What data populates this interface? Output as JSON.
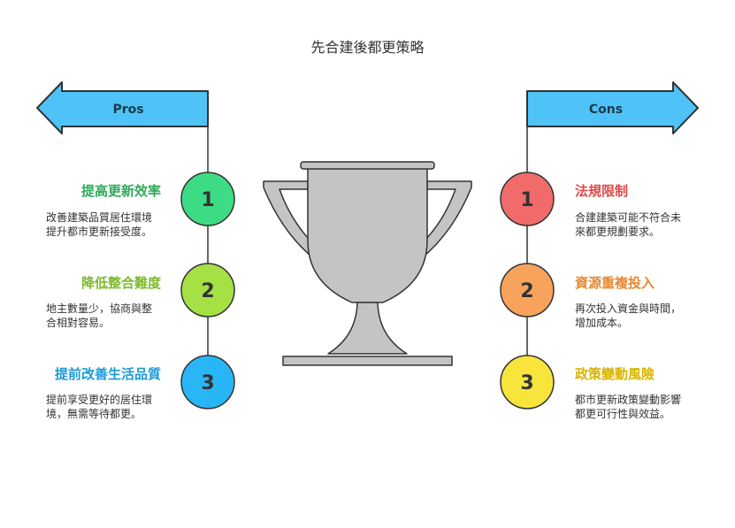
{
  "title": "先合建後都更策略",
  "pros": {
    "label": "Pros",
    "items": [
      {
        "num": "1",
        "heading": "提高更新效率",
        "desc_lines": [
          "改善建築品質居住環境",
          "提升都市更新接受度。"
        ],
        "color": "#3ddc84",
        "heading_color": "#2faa5a"
      },
      {
        "num": "2",
        "heading": "降低整合難度",
        "desc_lines": [
          "地主數量少，協商與整",
          "合相對容易。"
        ],
        "color": "#a5e045",
        "heading_color": "#7cb82f"
      },
      {
        "num": "3",
        "heading": "提前改善生活品質",
        "desc_lines": [
          "提前享受更好的居住環",
          "境，無需等待都更。"
        ],
        "color": "#29b6f6",
        "heading_color": "#1e9ad6"
      }
    ]
  },
  "cons": {
    "label": "Cons",
    "items": [
      {
        "num": "1",
        "heading": "法規限制",
        "desc_lines": [
          "合建建築可能不符合未",
          "來都更規劃要求。"
        ],
        "color": "#f26b6b",
        "heading_color": "#e04848"
      },
      {
        "num": "2",
        "heading": "資源重複投入",
        "desc_lines": [
          "再次投入資金與時間，",
          "增加成本。"
        ],
        "color": "#f7a35c",
        "heading_color": "#e8862e"
      },
      {
        "num": "3",
        "heading": "政策變動風險",
        "desc_lines": [
          "都市更新政策變動影響",
          "都更可行性與效益。"
        ],
        "color": "#f7e53b",
        "heading_color": "#d9b400"
      }
    ]
  },
  "colors": {
    "arrow_fill": "#4fc3f7",
    "arrow_stroke": "#333333",
    "trophy_fill": "#c4c4c4",
    "line": "#333333"
  }
}
